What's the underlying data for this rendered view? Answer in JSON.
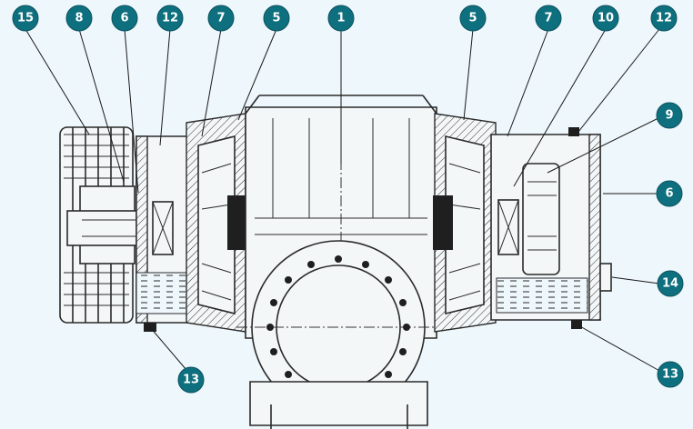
{
  "callouts": [
    {
      "id": "c15",
      "label": "15"
    },
    {
      "id": "c8",
      "label": "8"
    },
    {
      "id": "c6a",
      "label": "6"
    },
    {
      "id": "c12a",
      "label": "12"
    },
    {
      "id": "c7a",
      "label": "7"
    },
    {
      "id": "c5a",
      "label": "5"
    },
    {
      "id": "c1",
      "label": "1"
    },
    {
      "id": "c5b",
      "label": "5"
    },
    {
      "id": "c7b",
      "label": "7"
    },
    {
      "id": "c10",
      "label": "10"
    },
    {
      "id": "c12b",
      "label": "12"
    },
    {
      "id": "c9",
      "label": "9"
    },
    {
      "id": "c6b",
      "label": "6"
    },
    {
      "id": "c14",
      "label": "14"
    },
    {
      "id": "c13a",
      "label": "13"
    },
    {
      "id": "c13b",
      "label": "13"
    }
  ],
  "colors": {
    "callout_fill": "#0e6f7e",
    "background": "#eef7fb",
    "line": "#2a2a2a"
  }
}
